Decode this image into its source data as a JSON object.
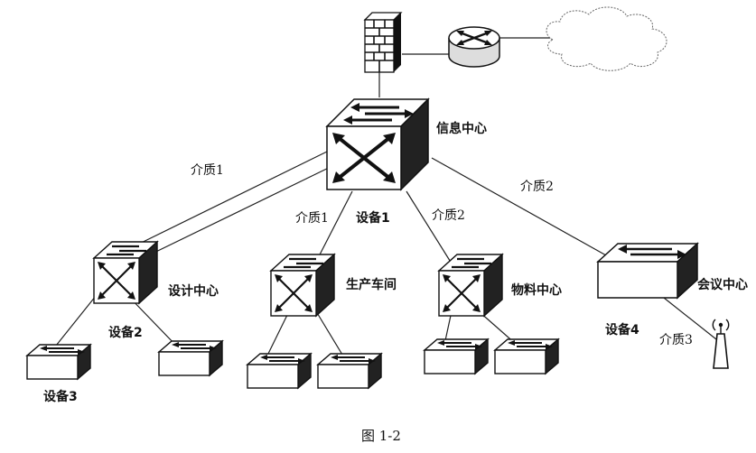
{
  "nodes": {
    "firewall": {
      "icon": "firewall-icon"
    },
    "router": {
      "icon": "router-icon"
    },
    "cloud": {
      "icon": "cloud-icon"
    },
    "core_switch": {
      "label": "信息中心",
      "device": "设备1",
      "icon": "core-switch-icon"
    },
    "design_center": {
      "label": "设计中心",
      "device": "设备2",
      "icon": "switch-icon"
    },
    "production": {
      "label": "生产车间",
      "icon": "switch-icon"
    },
    "materials": {
      "label": "物料中心",
      "icon": "switch-icon"
    },
    "meeting": {
      "label": "会议中心",
      "device": "设备4",
      "icon": "switch-icon"
    },
    "device3": {
      "label": "设备3",
      "icon": "switch-icon"
    },
    "ap": {
      "icon": "wireless-ap-icon"
    }
  },
  "media": {
    "m1_left": "介质1",
    "m1_mid": "介质1",
    "m2_mid": "介质2",
    "m2_right": "介质2",
    "m3": "介质3"
  },
  "caption": "图 1-2"
}
